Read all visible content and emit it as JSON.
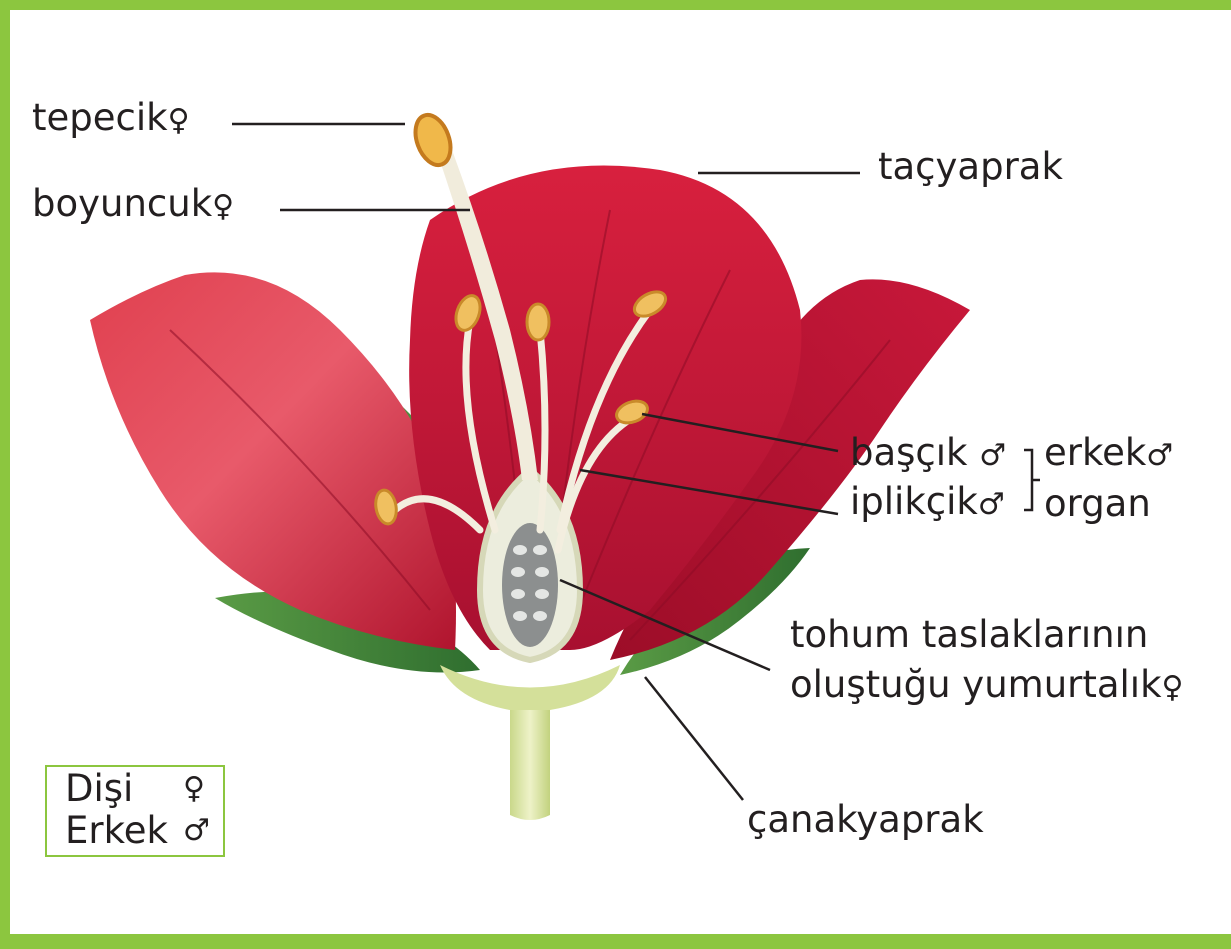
{
  "labels": {
    "stigma": "tepecik",
    "style": "boyuncuk",
    "petal": "taçyaprak",
    "anther": "başçık",
    "filament": "iplikçik",
    "male_organ_line1": "erkek",
    "male_organ_line2": "organ",
    "ovary_line1": "tohum taslaklarının",
    "ovary_line2": "oluştuğu yumurtalık",
    "sepal": "çanakyaprak"
  },
  "symbols": {
    "female": "♀",
    "male": "♂"
  },
  "legend": {
    "female_label": "Dişi",
    "male_label": "Erkek"
  },
  "colors": {
    "border": "#8cc63f",
    "petal": "#d21d3c",
    "petal_dark": "#a3102b",
    "sepal": "#3f8b3a",
    "stem": "#d9e3a5",
    "anther": "#f0b84a",
    "leader_line": "#231f20"
  }
}
